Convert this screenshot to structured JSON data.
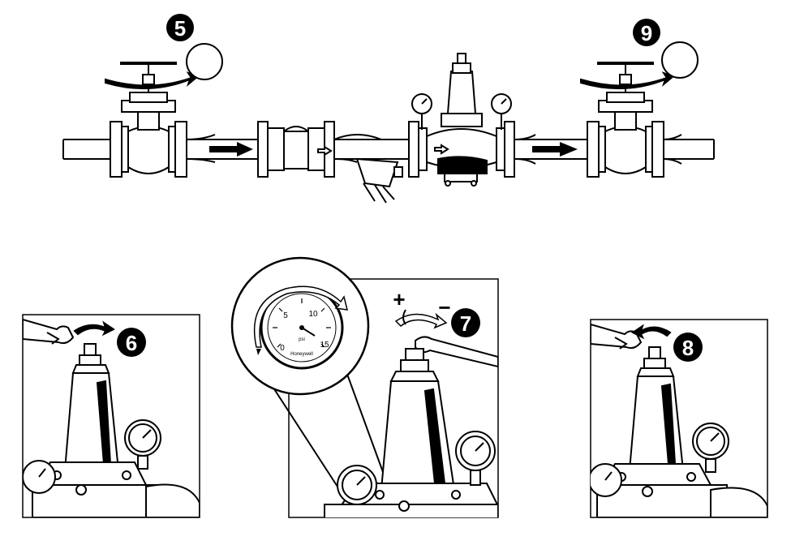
{
  "steps": {
    "step5": "5",
    "step6": "6",
    "step7": "7",
    "step8": "8",
    "step9": "9"
  },
  "adjustment": {
    "plus": "+",
    "minus": "−"
  },
  "gauge": {
    "ticks": [
      "0",
      "5",
      "10",
      "15"
    ],
    "unit": "psi",
    "brand": "Honeywell"
  },
  "colors": {
    "ink": "#000000",
    "paper": "#ffffff",
    "line_grey": "#333333"
  },
  "icons": [
    "open-rotation-arrow-icon",
    "flow-arrow-icon",
    "wrench-icon",
    "pressure-gauge-icon",
    "check-circle-icon"
  ]
}
